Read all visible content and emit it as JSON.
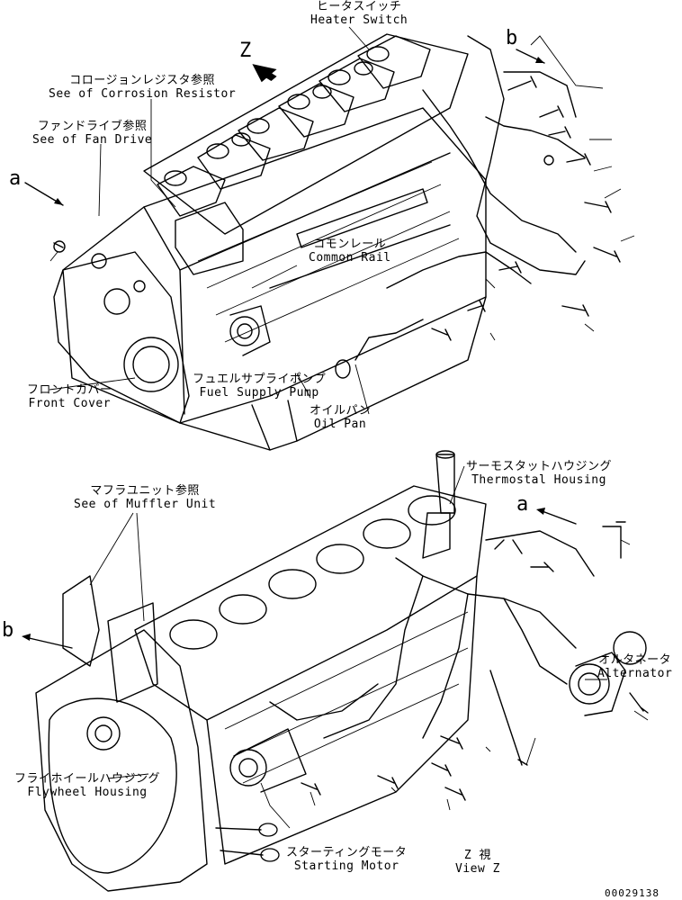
{
  "callouts": {
    "heater_switch": {
      "jp": "ヒータスイッチ",
      "en": "Heater Switch"
    },
    "corrosion_resistor": {
      "jp": "コロージョンレジスタ参照",
      "en": "See of Corrosion Resistor"
    },
    "fan_drive": {
      "jp": "ファンドライブ参照",
      "en": "See of Fan Drive"
    },
    "common_rail": {
      "jp": "コモンレール",
      "en": "Common Rail"
    },
    "front_cover": {
      "jp": "フロントカバー",
      "en": "Front Cover"
    },
    "fuel_supply_pump": {
      "jp": "フュエルサプライポンプ",
      "en": "Fuel Supply Pump"
    },
    "oil_pan": {
      "jp": "オイルパン",
      "en": "Oil Pan"
    },
    "thermostat_housing": {
      "jp": "サーモスタットハウジング",
      "en": "Thermostal Housing"
    },
    "muffler_unit": {
      "jp": "マフラユニット参照",
      "en": "See of Muffler Unit"
    },
    "alternator": {
      "jp": "オルタネータ",
      "en": "Alternator"
    },
    "flywheel_housing": {
      "jp": "フライホイールハウジング",
      "en": "Flywheel Housing"
    },
    "starting_motor": {
      "jp": "スターティングモータ",
      "en": "Starting Motor"
    },
    "view_z": {
      "jp": "Z 視",
      "en": "View Z"
    }
  },
  "markers": {
    "z": "Z",
    "a_top": "a",
    "b_top": "b",
    "a_bottom": "a",
    "b_bottom": "b"
  },
  "drawing_number": "00029138"
}
